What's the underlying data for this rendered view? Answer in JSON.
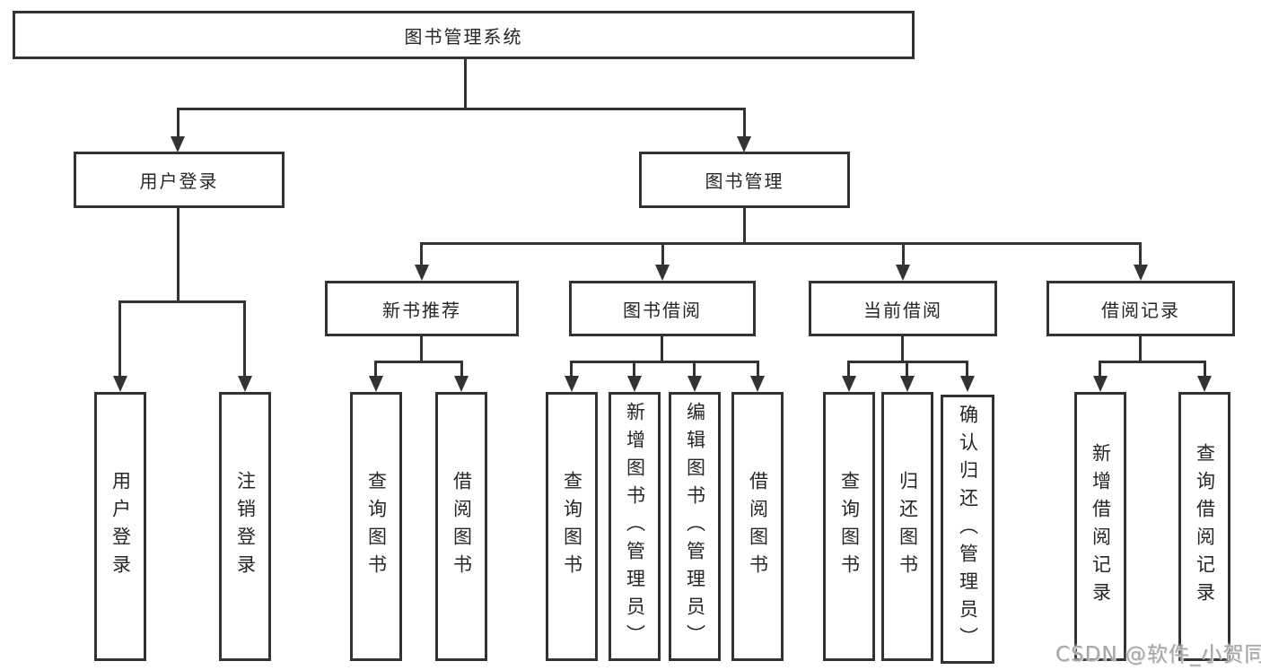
{
  "colors": {
    "line": "#333333",
    "text": "#262626",
    "box_background": "#ffffff",
    "background": "#ffffff",
    "watermark": "#a6a6a6"
  },
  "nodes": {
    "root": {
      "label": "图书管理系统"
    },
    "user_login": {
      "label": "用户登录"
    },
    "book_management": {
      "label": "图书管理"
    },
    "new_book_recommend": {
      "label": "新书推荐"
    },
    "book_borrow": {
      "label": "图书借阅"
    },
    "current_borrow": {
      "label": "当前借阅"
    },
    "borrow_records": {
      "label": "借阅记录"
    }
  },
  "leaves": {
    "user_login": [
      "用户登录",
      "注销登录"
    ],
    "new_book_recommend": [
      "查询图书",
      "借阅图书"
    ],
    "book_borrow": [
      "查询图书",
      "新增图书（管理员）",
      "编辑图书（管理员）",
      "借阅图书"
    ],
    "current_borrow": [
      "查询图书",
      "归还图书",
      "确认归还（管理员）"
    ],
    "borrow_records": [
      "新增借阅记录",
      "查询借阅记录"
    ]
  },
  "watermark": {
    "text": "CSDN @软件_小贺同学"
  }
}
